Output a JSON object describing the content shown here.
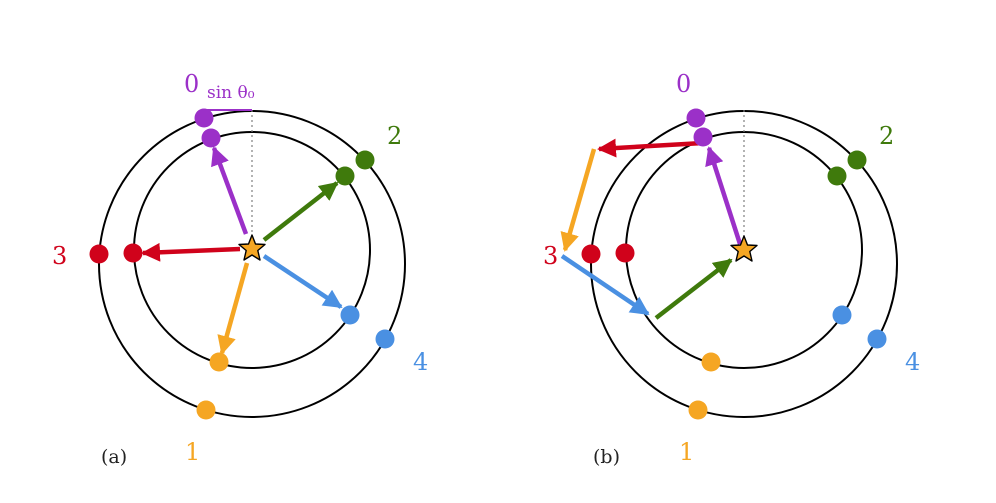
{
  "panels": [
    {
      "caption": "(a)",
      "annotation": "sin θ₀"
    },
    {
      "caption": "(b)"
    }
  ],
  "phasors": [
    {
      "label": "0",
      "color": "#9b30c8"
    },
    {
      "label": "1",
      "color": "#f5a623"
    },
    {
      "label": "2",
      "color": "#3f7a0c"
    },
    {
      "label": "3",
      "color": "#d0021b"
    },
    {
      "label": "4",
      "color": "#4a90e2"
    }
  ],
  "colors": {
    "circle": "#000000",
    "star_fill": "#f5a623",
    "star_stroke": "#000000",
    "guide_line": "#808080"
  }
}
